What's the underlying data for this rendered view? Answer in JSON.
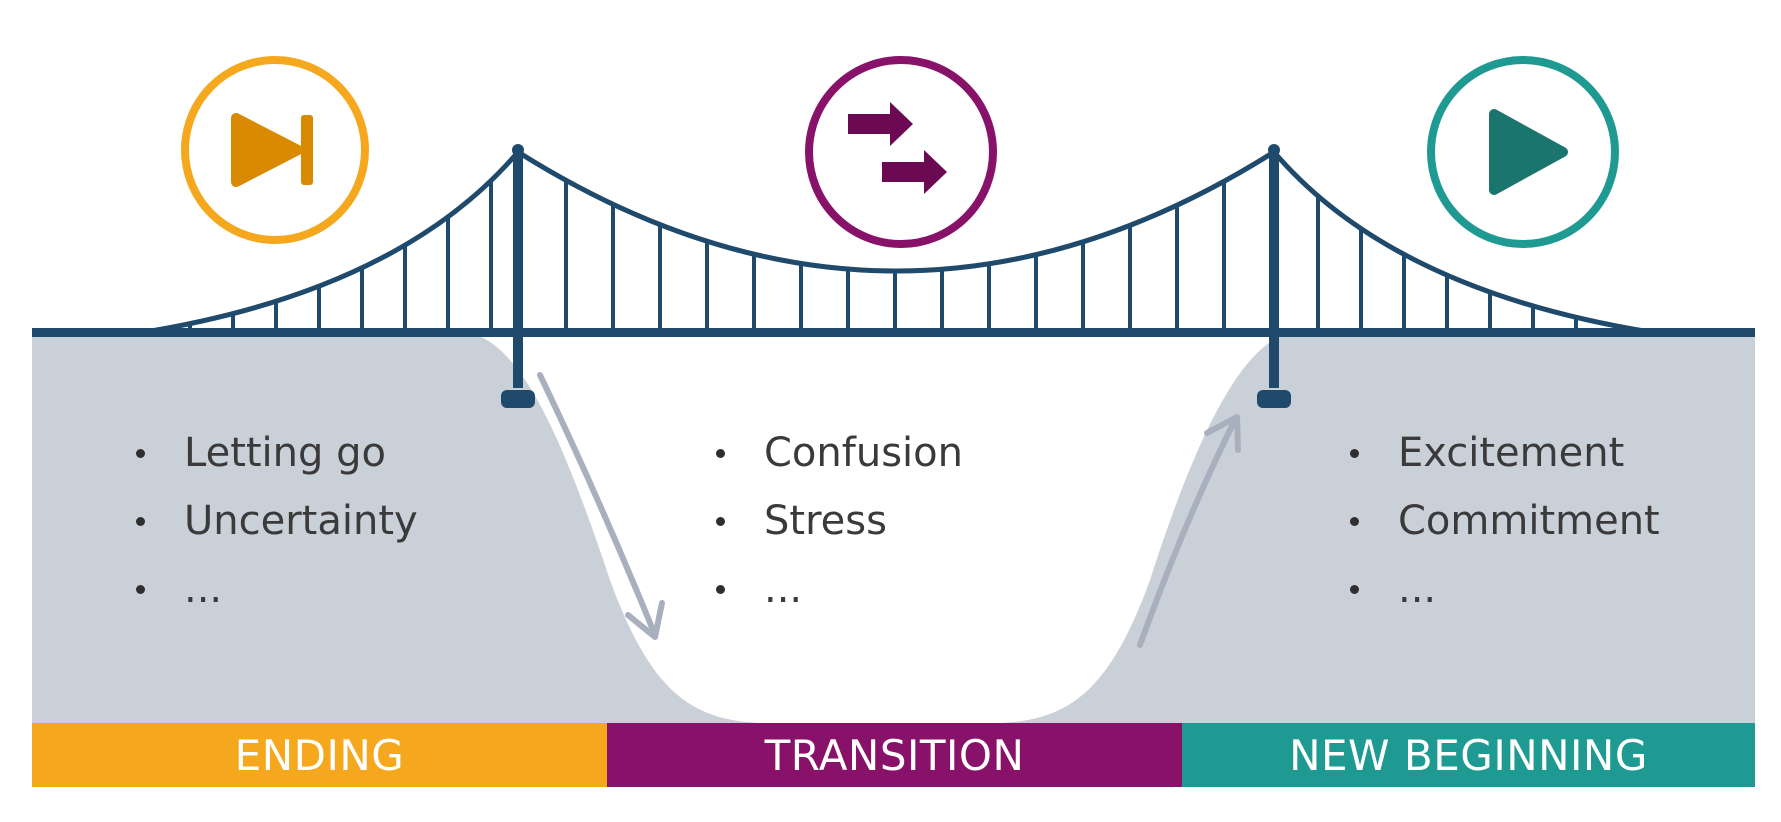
{
  "stages": [
    {
      "id": "ending",
      "label": "ENDING",
      "icon": "next-track-icon",
      "color": "#F5A81E",
      "icon_fill": "#D98A00",
      "items": [
        "Letting go",
        "Uncertainty",
        "..."
      ]
    },
    {
      "id": "transition",
      "label": "TRANSITION",
      "icon": "double-arrow-icon",
      "color": "#88116A",
      "icon_fill": "#6B0A52",
      "items": [
        "Confusion",
        "Stress",
        "..."
      ]
    },
    {
      "id": "new-beginning",
      "label": "NEW BEGINNING",
      "icon": "play-icon",
      "color": "#1E9A92",
      "icon_fill": "#1A756E",
      "items": [
        "Excitement",
        "Commitment",
        "..."
      ]
    }
  ],
  "bridge_color": "#1F4A6C",
  "ground_color": "#C9D0D8",
  "arrow_color": "#A9B0BD"
}
